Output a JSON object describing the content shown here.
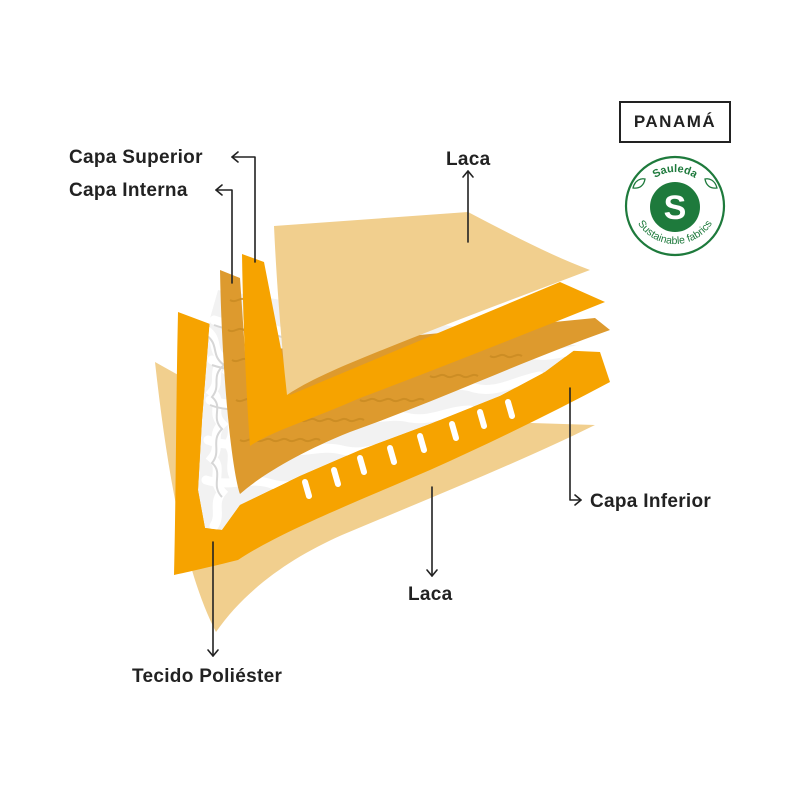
{
  "badge": {
    "text": "PANAMÁ"
  },
  "logo": {
    "brand": "Sauleda",
    "tagline": "Sustainable fabrics",
    "letter": "S",
    "color": "#1e7a3c"
  },
  "labels": {
    "top_layer": "Capa Superior",
    "inner_layer": "Capa Interna",
    "lacquer_top": "Laca",
    "bottom_layer": "Capa Inferior",
    "lacquer_bottom": "Laca",
    "polyester_fabric": "Tecido Poliéster"
  },
  "colors": {
    "lacquer": "#f1cf8e",
    "orange": "#f6a300",
    "inner": "#dd9a2e",
    "fabric": "#ffffff",
    "fabric_shade": "#d9d9d9"
  }
}
